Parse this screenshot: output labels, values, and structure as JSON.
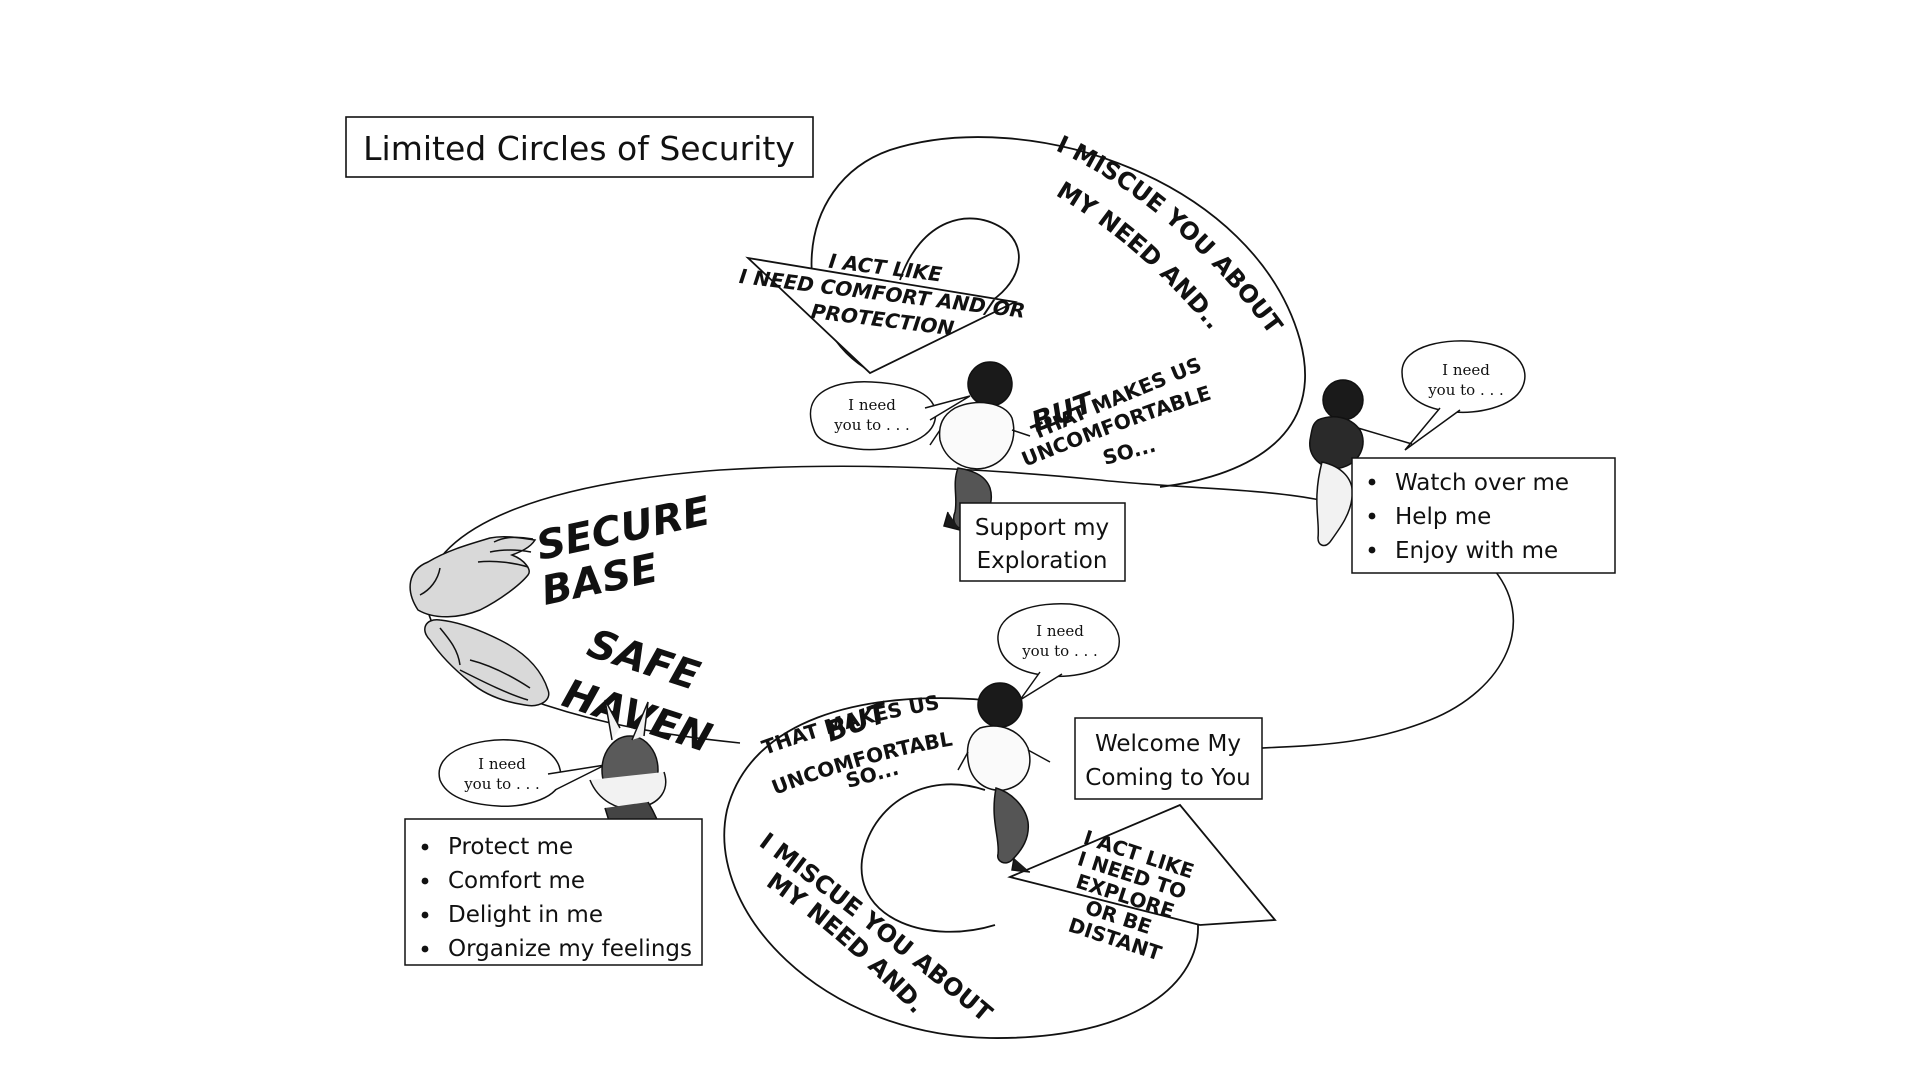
{
  "title": "Limited Circles of Security",
  "colors": {
    "ink": "#111111",
    "skin_light": "#f2f2f2",
    "skin_dark": "#1a1a1a",
    "hand_fill": "#d9d9d9",
    "pants": "#555555",
    "shirt": "#fafafa",
    "child_dress": "#444444"
  },
  "left_labels": {
    "secure_base": [
      "SECURE",
      "BASE"
    ],
    "safe_haven": [
      "SAFE",
      "HAVEN"
    ]
  },
  "top_loop": {
    "arrow_text": [
      "I ACT LIKE",
      "I NEED COMFORT AND/OR",
      "PROTECTION"
    ],
    "miscue_text": [
      "I MISCUE YOU ABOUT",
      "MY NEED AND..."
    ],
    "but_text": "BUT",
    "uncomfortable_text": [
      "THAT MAKES US",
      "UNCOMFORTABLE",
      "SO..."
    ]
  },
  "bottom_loop": {
    "arrow_text": [
      "I ACT LIKE",
      "I NEED TO",
      "EXPLORE",
      "OR BE",
      "DISTANT"
    ],
    "miscue_text": [
      "I MISCUE YOU ABOUT",
      "MY NEED AND..."
    ],
    "but_text": "BUT",
    "uncomfortable_text": [
      "THAT MAKES US",
      "UNCOMFORTABLE",
      "SO..."
    ]
  },
  "speech_bubbles": [
    [
      "I need",
      "you to . . ."
    ],
    [
      "I need",
      "you to . . ."
    ],
    [
      "I need",
      "you to . . ."
    ],
    [
      "I need",
      "you to . . ."
    ]
  ],
  "boxes": {
    "support": [
      "Support my",
      "Exploration"
    ],
    "watch_list": [
      "Watch over me",
      "Help me",
      "Enjoy with me"
    ],
    "welcome": [
      "Welcome My",
      "Coming to You"
    ],
    "protect_list": [
      "Protect me",
      "Comfort me",
      "Delight in me",
      "Organize my feelings"
    ]
  }
}
